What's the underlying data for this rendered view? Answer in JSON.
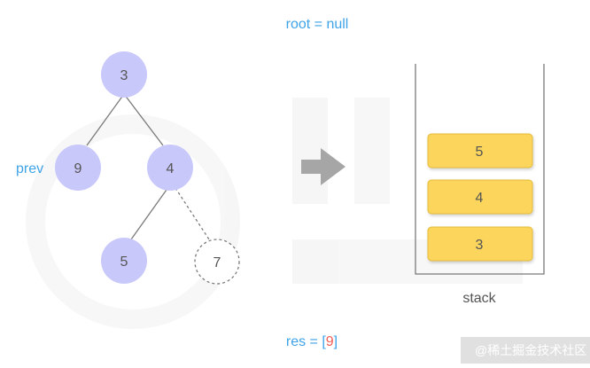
{
  "header": {
    "root_text": "root = null"
  },
  "tree": {
    "prev_label": "prev",
    "nodes": {
      "n3": "3",
      "n9": "9",
      "n4": "4",
      "n5": "5",
      "n7": "7"
    }
  },
  "stack": {
    "label": "stack",
    "items": [
      "5",
      "4",
      "3"
    ]
  },
  "result": {
    "prefix": "res = [",
    "value": "9",
    "suffix": "]"
  },
  "watermark": {
    "text": "@稀土掘金技术社区"
  },
  "colors": {
    "node_fill": "#c9c8fb",
    "stack_item_fill": "#fbd55b",
    "stack_item_border": "#e6bb3a",
    "accent_blue": "#3fa3e8",
    "accent_red": "#f25c54",
    "arrow_gray": "#a6a6a6"
  }
}
